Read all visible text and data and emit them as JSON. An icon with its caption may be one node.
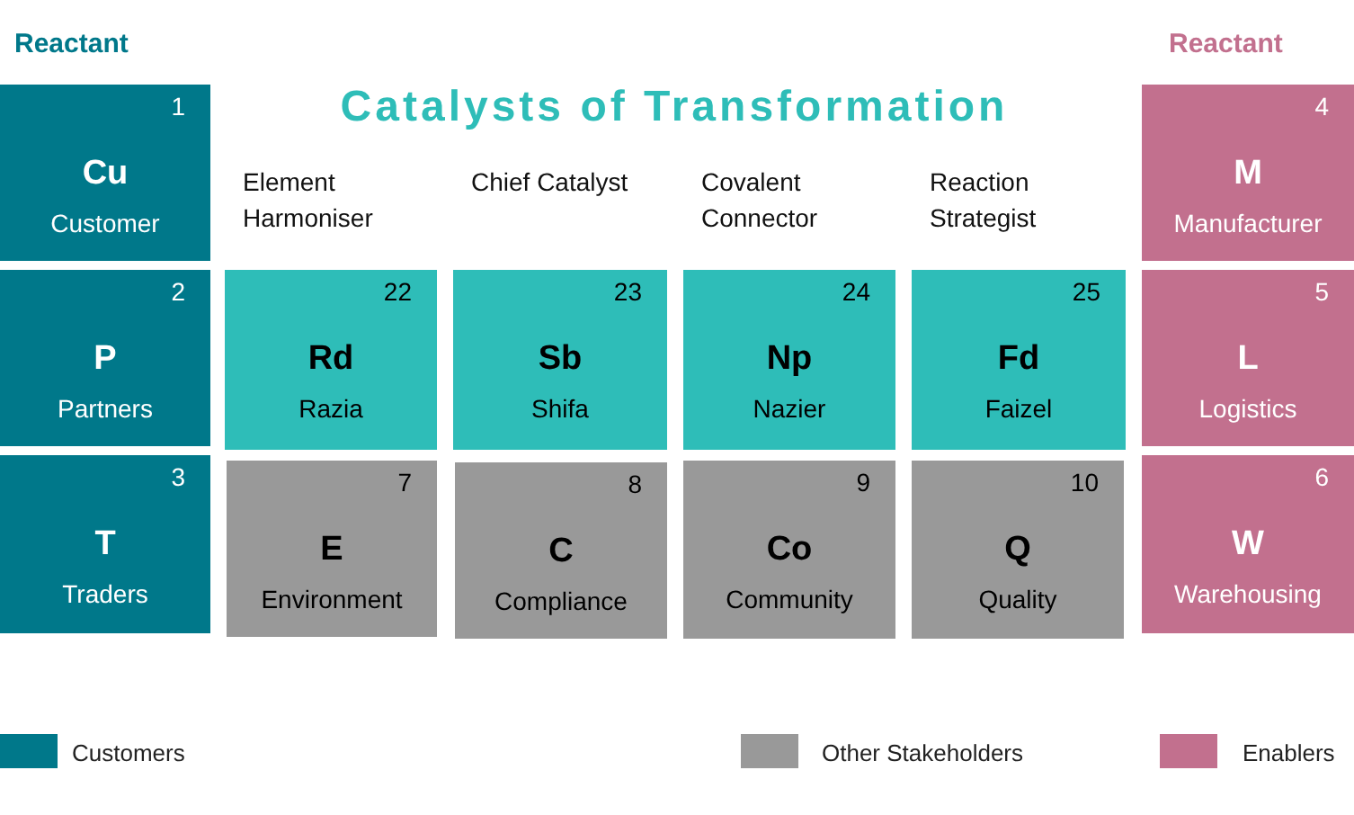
{
  "diagram": {
    "title": "Catalysts of Transformation",
    "nodes": [
      {
        "text": [
          "1",
          "Cu",
          "Customer"
        ]
      },
      {
        "text": [
          "4",
          "M",
          "Manufacturer"
        ]
      },
      {
        "text": [
          "2",
          "P",
          "Partners"
        ]
      },
      {
        "text": [
          "22",
          "Rd",
          "Razia"
        ],
        "beside": [
          "Element Harmoniser"
        ]
      },
      {
        "text": [
          "23",
          "Sb",
          "Shifa"
        ],
        "beside": [
          "Chief Catalyst"
        ]
      },
      {
        "text": [
          "24",
          "Np",
          "Nazier"
        ],
        "beside": [
          "Covalent Connector"
        ]
      },
      {
        "text": [
          "25",
          "Fd",
          "Faizel"
        ],
        "beside": [
          "Reaction Strategist"
        ]
      },
      {
        "text": [
          "5",
          "L",
          "Logistics"
        ]
      },
      {
        "text": [
          "3",
          "T",
          "Traders"
        ]
      },
      {
        "text": [
          "7",
          "E",
          "Environment"
        ]
      },
      {
        "text": [
          "8",
          "C",
          "Compliance"
        ]
      },
      {
        "text": [
          "9",
          "Co",
          "Community"
        ]
      },
      {
        "text": [
          "10",
          "Q",
          "Quality"
        ]
      },
      {
        "text": [
          "6",
          "W",
          "Warehousing"
        ]
      }
    ],
    "labels": [
      "Reactant",
      "Reactant"
    ],
    "legend": [
      {
        "text": "Customers",
        "color": "#00788a"
      },
      {
        "text": "Other Stakeholders",
        "color": "#999999"
      },
      {
        "text": "Enablers",
        "color": "#c2708e"
      }
    ]
  }
}
